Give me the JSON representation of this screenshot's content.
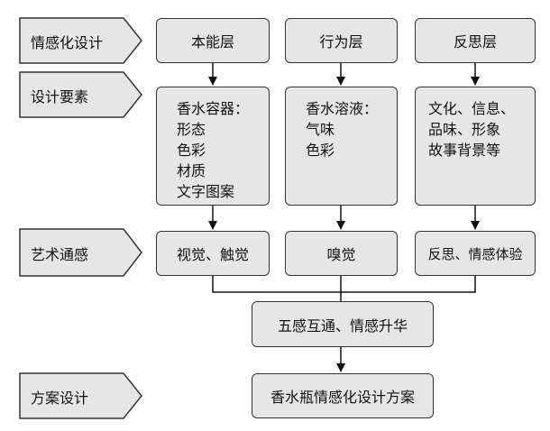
{
  "rows": {
    "row1": "情感化设计",
    "row2": "设计要素",
    "row3": "艺术通感",
    "row4": "方案设计"
  },
  "levels": {
    "visceral": "本能层",
    "behavioral": "行为层",
    "reflective": "反思层"
  },
  "elements": {
    "visceral": [
      "香水容器：",
      "形态",
      "色彩",
      "材质",
      "文字图案"
    ],
    "behavioral": [
      "香水溶液：",
      "气味",
      "色彩"
    ],
    "reflective": [
      "文化、信息、",
      "品味、形象",
      "故事背景等"
    ]
  },
  "senses": {
    "visceral": "视觉、触觉",
    "behavioral": "嗅觉",
    "reflective": "反思、情感体验"
  },
  "synthesis": "五感互通、情感升华",
  "result": "香水瓶情感化设计方案"
}
